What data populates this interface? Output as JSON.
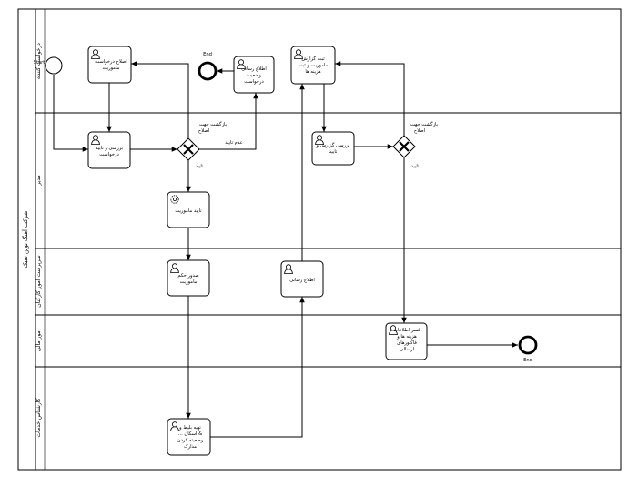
{
  "pool": {
    "label": "شرکت آهنگ نوین سبک"
  },
  "lanes": [
    {
      "id": "requester",
      "label": "درخواست کننده"
    },
    {
      "id": "manager",
      "label": "مدیر"
    },
    {
      "id": "hr_supervisor",
      "label": "سرپرست امور کارکنان"
    },
    {
      "id": "finance",
      "label": "امور مالی"
    },
    {
      "id": "services",
      "label": "کارشناس خدمات"
    }
  ],
  "events": {
    "start": "Start",
    "end_top": "End",
    "end_bottom": "End"
  },
  "tasks": {
    "fix_request": [
      "اصلاح درخواست",
      "ماموریت"
    ],
    "notify_status": [
      "اطلاع رسانی",
      "وضعیت",
      "درخواست"
    ],
    "register_report": [
      "ثبت گزارش",
      "ماموریت و ثبت",
      "هزینه ها"
    ],
    "review_request": [
      "بررسی و تایید",
      "درخواست"
    ],
    "review_report": [
      "بررسی گزارش و",
      "تایید"
    ],
    "approve_mission": [
      "تایید ماموریت"
    ],
    "issue_order": [
      "صدور حکم",
      "ماموریت"
    ],
    "notify": [
      "اطلاع رسانی"
    ],
    "deduct_costs": [
      "کسر اطلاعات",
      "هزینه ها و",
      "فاکتورهای",
      "ارسالی"
    ],
    "prepare_docs": [
      "تهیه بلیط و",
      "... اسکان &",
      "وضعیته کردن",
      "مدارک"
    ]
  },
  "flow_labels": {
    "gw1_return": [
      "بازگشت جهت",
      "اصلاح"
    ],
    "gw1_reject": "عدم تایید",
    "gw1_approve": "تایید",
    "gw2_return": [
      "بازگشت جهت",
      "اصلاح"
    ],
    "gw2_approve": "تایید"
  },
  "colors": {
    "stroke": "#000000",
    "fill": "#ffffff",
    "text": "#000000"
  },
  "icons": {
    "user_task": "user-icon",
    "service_task": "gear-icon",
    "exclusive_gateway": "x-gateway-icon"
  }
}
